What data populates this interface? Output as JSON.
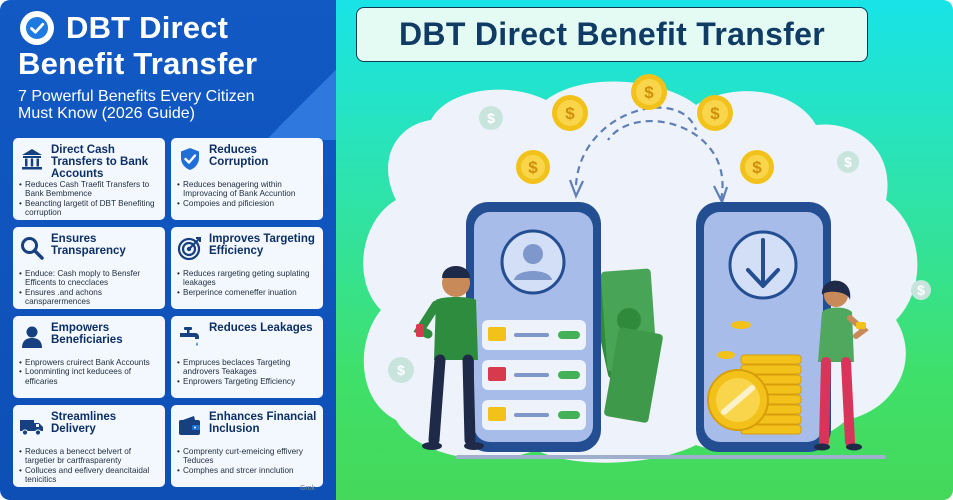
{
  "left_panel": {
    "title_line1": "DBT Direct",
    "title_line2": "Benefit Transfer",
    "subtitle": "7 Powerful Benefits Every Citizen Must Know (2026 Guide)",
    "cards": [
      {
        "title": "Direct Cash Transfers to Bank Accounts",
        "icon": "bank-icon",
        "bullets": [
          "Reduces Cash Traefit Transfers to Bank Bembmence",
          "Beancting largetit of DBT Benefiting corruption"
        ]
      },
      {
        "title": "Reduces Corruption",
        "icon": "shield-check-icon",
        "bullets": [
          "Reduces benagering within Improvacing of Bank Accuntion",
          "Compoies and pificiesion"
        ]
      },
      {
        "title": "Ensures Transparency",
        "icon": "magnifier-icon",
        "bullets": [
          "Enduce: Cash moply to Bensfer Efficents to cnecclaces",
          "Ensures .and achons cansparermences"
        ]
      },
      {
        "title": "Improves Targeting Efficiency",
        "icon": "target-icon",
        "bullets": [
          "Reduces rargeting geting suplating leakages",
          "Berperince comeneffer inuation"
        ]
      },
      {
        "title": "Empowers Beneficiaries",
        "icon": "person-icon",
        "bullets": [
          "Enprowers cruirect Bank Accounts",
          "Loonminting inct keducees of efficaries"
        ]
      },
      {
        "title": "Reduces Leakages",
        "icon": "faucet-icon",
        "bullets": [
          "Empruces beclaces Targeting androvers Teakages",
          "Enprowers Targeting Efficiency"
        ]
      },
      {
        "title": "Streamlines Delivery",
        "icon": "truck-icon",
        "bullets": [
          "Reduces a benecct belvert of targetier br cartfrasparenty",
          "Colluces and eefivery deancitaidal tenicitics"
        ]
      },
      {
        "title": "Enhances Financial Inclusion",
        "icon": "wallet-icon",
        "bullets": [
          "Comprenty curt-emeicing effivery Teduces",
          "Comphes and strcer innclution"
        ]
      }
    ],
    "watermark": "Grok"
  },
  "right_panel": {
    "title": "DBT Direct Benefit Transfer"
  },
  "colors": {
    "left_bg": "#1259c4",
    "card_bg": "#f3f8fe",
    "card_title": "#0c2f66",
    "right_title_text": "#103b64",
    "coin": "#f2c21b",
    "money": "#3e9a4a",
    "phone_body": "#2a5fa8"
  }
}
